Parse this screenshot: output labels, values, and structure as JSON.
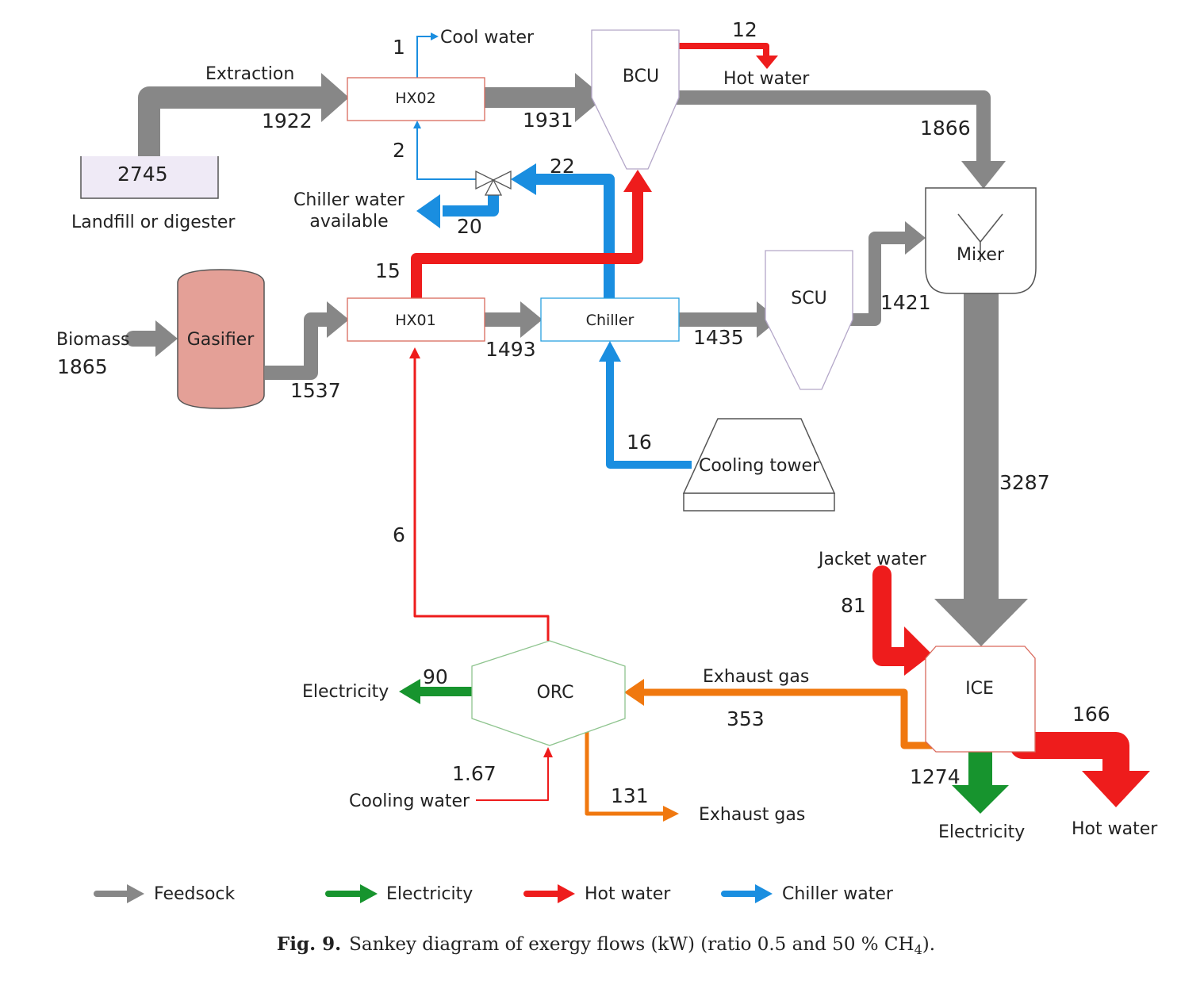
{
  "colors": {
    "feedstock": "#878787",
    "electricity": "#17942e",
    "hot_water": "#ee1c1c",
    "chiller_water": "#1a8ee0",
    "exhaust": "#f0780f",
    "gasifier_fill": "#e4a097"
  },
  "components": {
    "landfill_value": "2745",
    "landfill_label": "Landfill or digester",
    "hx02": "HX02",
    "bcu": "BCU",
    "mixer": "Mixer",
    "gasifier": "Gasifier",
    "hx01": "HX01",
    "chiller": "Chiller",
    "scu": "SCU",
    "cooling_tower": "Cooling tower",
    "orc": "ORC",
    "ice": "ICE"
  },
  "flows": {
    "extraction_label": "Extraction",
    "extraction_value": "1922",
    "hx02_bcu_value": "1931",
    "stream1_number": "1",
    "cool_water_label": "Cool water",
    "stream2_number": "2",
    "bcu_hot_water_value": "12",
    "bcu_hot_water_label": "Hot water",
    "bcu_mixer_value": "1866",
    "stream22_number": "22",
    "chiller_water_line1": "Chiller water",
    "chiller_water_line2": "available",
    "chiller_water_value": "20",
    "stream15_number": "15",
    "biomass_label": "Biomass",
    "biomass_value": "1865",
    "gasifier_hx01_value": "1537",
    "hx01_chiller_value": "1493",
    "chiller_scu_value": "1435",
    "scu_mixer_value": "1421",
    "stream16_number": "16",
    "mixer_ice_value": "3287",
    "stream6_number": "6",
    "jacket_water_label": "Jacket water",
    "jacket_water_value": "81",
    "orc_electricity_value": "90",
    "orc_electricity_label": "Electricity",
    "exhaust_in_label": "Exhaust gas",
    "exhaust_in_value": "353",
    "orc_cooling_value": "1.67",
    "orc_cooling_label": "Cooling water",
    "orc_exhaust_value": "131",
    "orc_exhaust_label": "Exhaust gas",
    "ice_electricity_value": "1274",
    "ice_electricity_label": "Electricity",
    "ice_hot_water_value": "166",
    "ice_hot_water_label": "Hot water"
  },
  "legend": {
    "feedstock": "Feedsock",
    "electricity": "Electricity",
    "hot_water": "Hot water",
    "chiller_water": "Chiller water"
  },
  "caption": {
    "prefix": "Fig. 9.",
    "text": "Sankey diagram of exergy flows (kW) (ratio 0.5 and 50 % CH",
    "subscript": "4",
    "suffix": ")."
  }
}
